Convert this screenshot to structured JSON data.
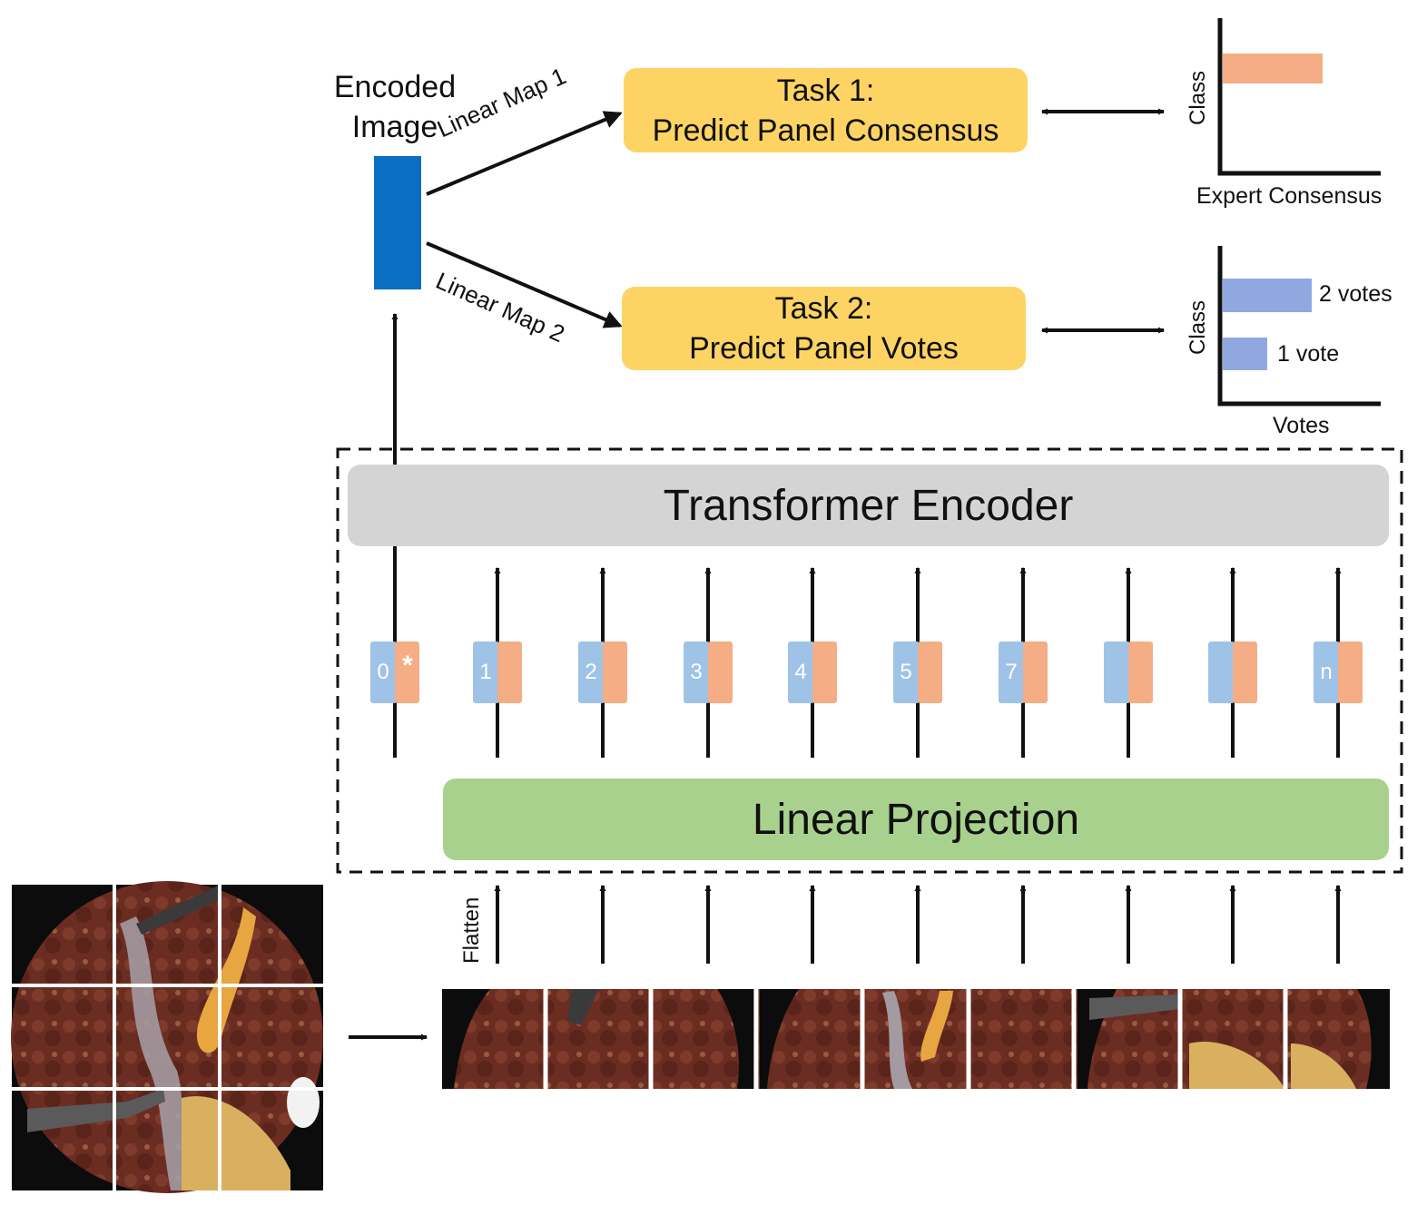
{
  "encoded_image": {
    "line1": "Encoded",
    "line2": "Image"
  },
  "linear_map_1": "Linear Map 1",
  "linear_map_2": "Linear Map 2",
  "task1": {
    "line1": "Task 1:",
    "line2": "Predict Panel Consensus"
  },
  "task2": {
    "line1": "Task 2:",
    "line2": "Predict Panel Votes"
  },
  "transformer_encoder": "Transformer Encoder",
  "linear_projection": "Linear Projection",
  "flatten": "Flatten",
  "tokens": [
    "0",
    "1",
    "2",
    "3",
    "4",
    "5",
    "7",
    "",
    "",
    "n"
  ],
  "cls_marker": "*",
  "chart1": {
    "ylabel": "Class",
    "xlabel": "Expert Consensus"
  },
  "chart2": {
    "ylabel": "Class",
    "xlabel": "Votes",
    "bar1_label": "2 votes",
    "bar2_label": "1 vote"
  },
  "chart_data": [
    {
      "type": "bar",
      "orientation": "horizontal",
      "title": "",
      "xlabel": "Expert Consensus",
      "ylabel": "Class",
      "categories": [
        ""
      ],
      "values": [
        1
      ],
      "colors": [
        "#f4ad84"
      ]
    },
    {
      "type": "bar",
      "orientation": "horizontal",
      "title": "",
      "xlabel": "Votes",
      "ylabel": "Class",
      "categories": [
        "",
        ""
      ],
      "values": [
        2,
        1
      ],
      "data_labels": [
        "2 votes",
        "1 vote"
      ],
      "colors": [
        "#8fa9e0",
        "#8fa9e0"
      ]
    }
  ],
  "colors": {
    "encoded_bar": "#0a6fc2",
    "task_box": "#fdd464",
    "transformer_box": "#d4d4d4",
    "projection_box": "#a9d18e",
    "token_blue": "#9fc3e7",
    "token_orange": "#f4ad84",
    "chart1_bar": "#f4ad84",
    "chart2_bar": "#8fa9e0"
  }
}
